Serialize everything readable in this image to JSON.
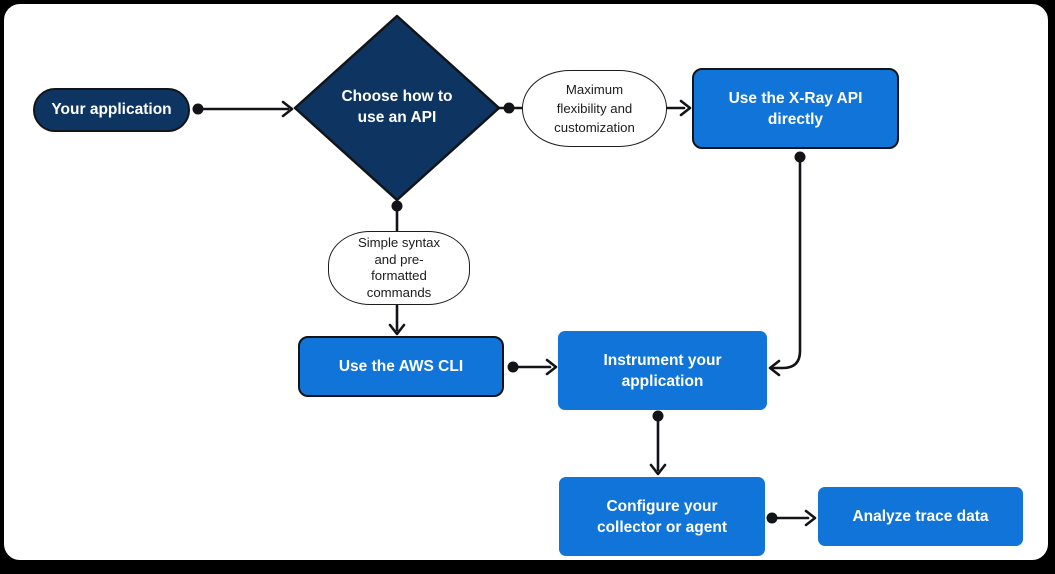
{
  "colors": {
    "frame": "#000000",
    "canvas": "#ffffff",
    "navy": "#0e3562",
    "blue": "#1174d8",
    "line": "#121418",
    "text-light": "#ffffff",
    "text-dark": "#1c1c1c"
  },
  "nodes": {
    "your_application": {
      "label": "Your application",
      "shape": "pill"
    },
    "choose_api": {
      "label": "Choose how to\nuse an API",
      "shape": "diamond"
    },
    "maximum_flexibility": {
      "label": "Maximum\nflexibility and\ncustomization",
      "shape": "ellipse"
    },
    "simple_syntax": {
      "label": "Simple syntax\nand pre-\nformatted\ncommands",
      "shape": "ellipse"
    },
    "use_xray_api": {
      "label": "Use the X-Ray API\ndirectly",
      "shape": "rect"
    },
    "use_aws_cli": {
      "label": "Use the AWS CLI",
      "shape": "rect"
    },
    "instrument_application": {
      "label": "Instrument your\napplication",
      "shape": "rect"
    },
    "configure_collector": {
      "label": "Configure your\ncollector or agent",
      "shape": "rect"
    },
    "analyze_trace_data": {
      "label": "Analyze trace data",
      "shape": "rect"
    }
  }
}
